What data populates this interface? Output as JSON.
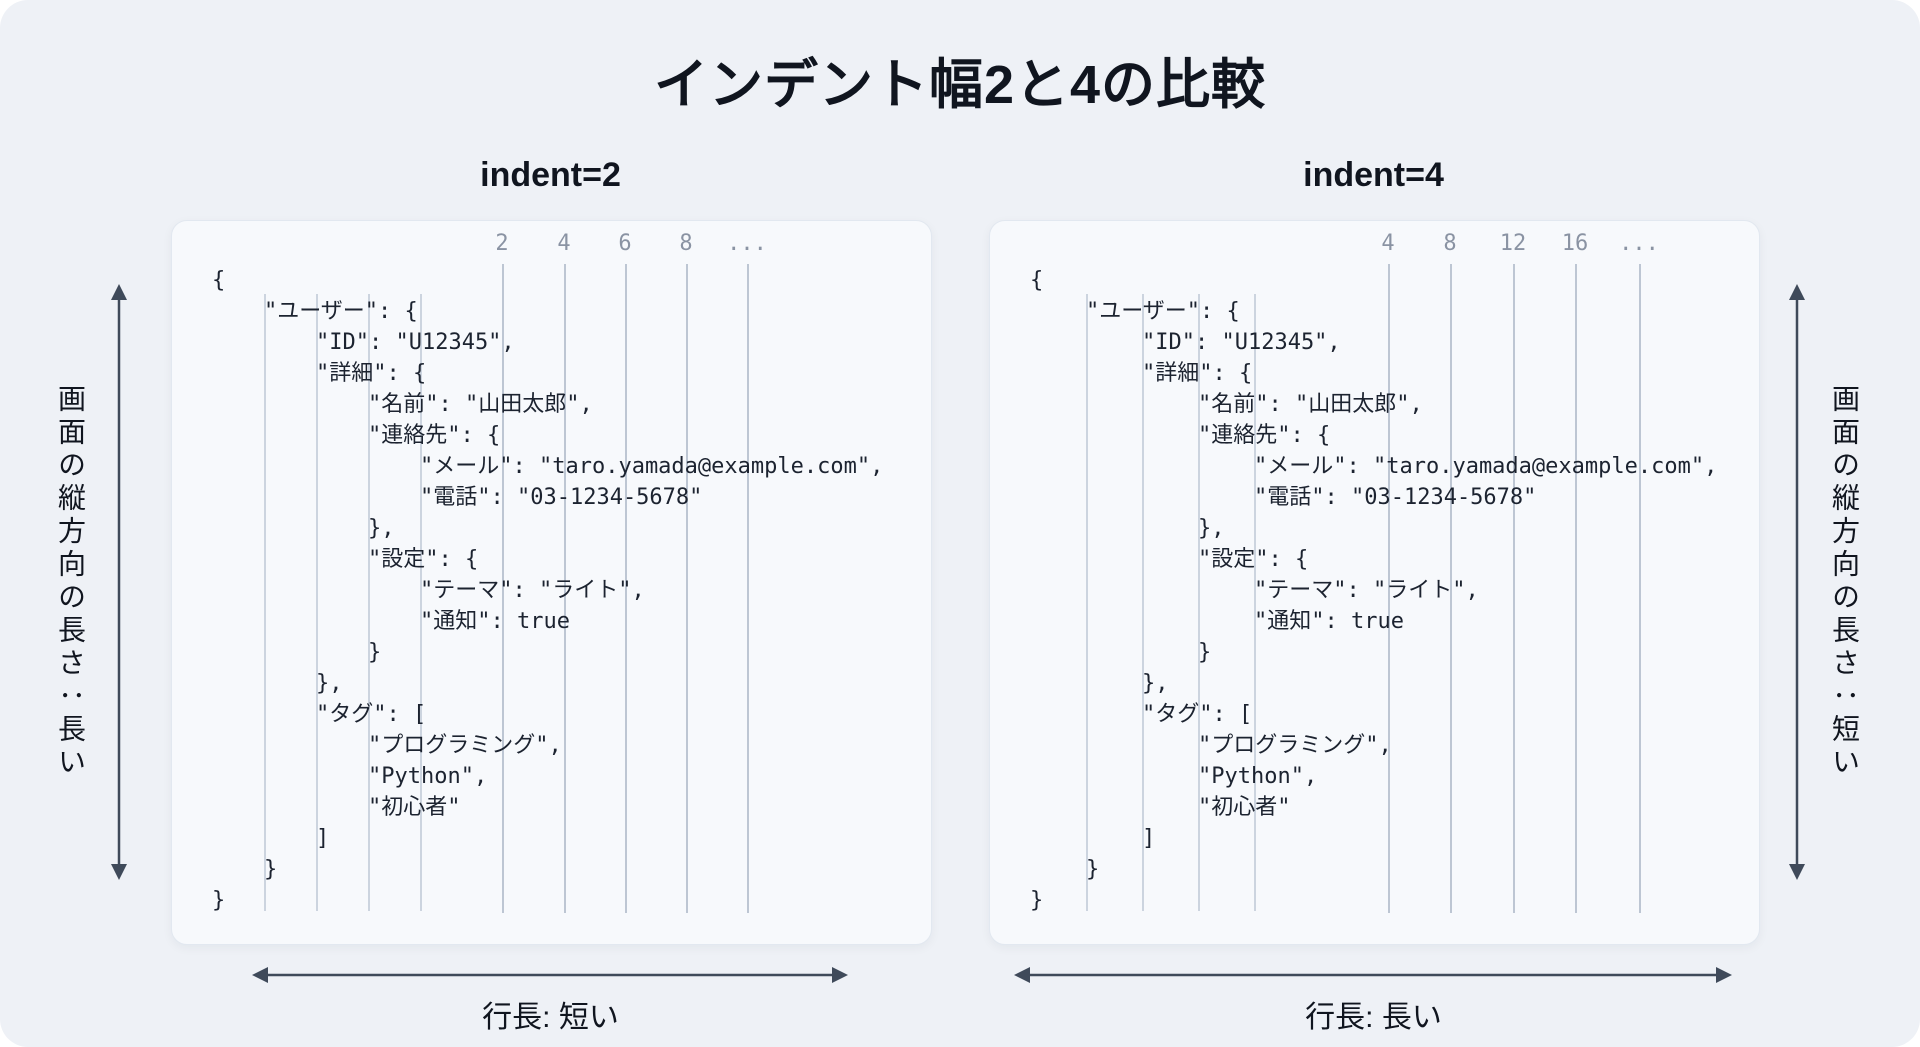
{
  "title": "インデント幅2と4の比較",
  "panels": {
    "left": {
      "header": "indent=2",
      "indent_size": 2,
      "ruler_labels": [
        "2",
        "4",
        "6",
        "8",
        "..."
      ],
      "bottom_arrow_label": "行長: 短い",
      "side_arrow_label": "画面の縦方向の長さ：長い"
    },
    "right": {
      "header": "indent=4",
      "indent_size": 4,
      "ruler_labels": [
        "4",
        "8",
        "12",
        "16",
        "..."
      ],
      "bottom_arrow_label": "行長: 長い",
      "side_arrow_label": "画面の縦方向の長さ：短い"
    }
  },
  "code_lines": [
    {
      "indent": 0,
      "text": "{"
    },
    {
      "indent": 1,
      "text": "\"ユーザー\": {"
    },
    {
      "indent": 2,
      "text": "\"ID\": \"U12345\","
    },
    {
      "indent": 2,
      "text": "\"詳細\": {"
    },
    {
      "indent": 3,
      "text": "\"名前\": \"山田太郎\","
    },
    {
      "indent": 3,
      "text": "\"連絡先\": {"
    },
    {
      "indent": 4,
      "text": "\"メール\": \"taro.yamada@example.com\","
    },
    {
      "indent": 4,
      "text": "\"電話\": \"03-1234-5678\""
    },
    {
      "indent": 3,
      "text": "},"
    },
    {
      "indent": 3,
      "text": "\"設定\": {"
    },
    {
      "indent": 4,
      "text": "\"テーマ\": \"ライト\","
    },
    {
      "indent": 4,
      "text": "\"通知\": true"
    },
    {
      "indent": 3,
      "text": "}"
    },
    {
      "indent": 2,
      "text": "},"
    },
    {
      "indent": 2,
      "text": "\"タグ\": ["
    },
    {
      "indent": 3,
      "text": "\"プログラミング\","
    },
    {
      "indent": 3,
      "text": "\"Python\","
    },
    {
      "indent": 3,
      "text": "\"初心者\""
    },
    {
      "indent": 2,
      "text": "]"
    },
    {
      "indent": 1,
      "text": "}"
    },
    {
      "indent": 0,
      "text": "}"
    }
  ],
  "colors": {
    "page_bg": "#eef1f6",
    "panel_bg": "#f7f9fc",
    "heading_text": "#10151f",
    "code_text": "#1c2330",
    "ruler_line": "#bdc6d3",
    "indent_guide_line": "#ccd4df",
    "ruler_label": "#8a93a3",
    "arrow": "#3f4a5a"
  }
}
